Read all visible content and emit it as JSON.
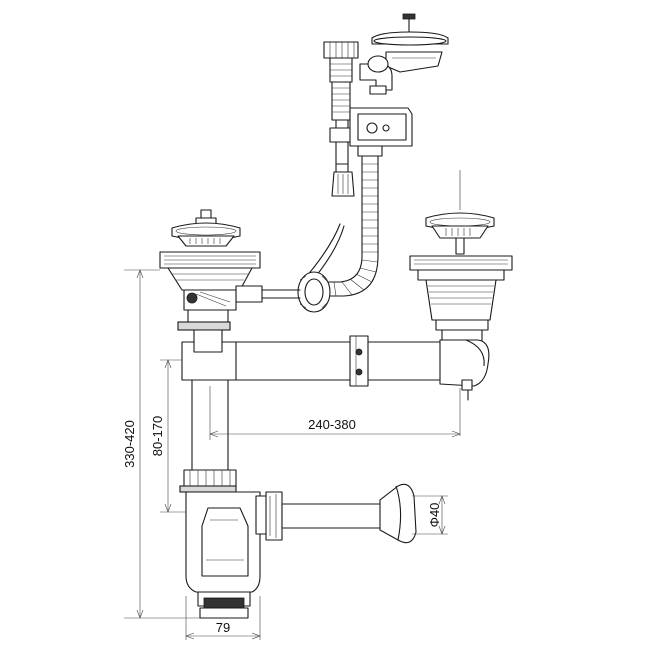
{
  "dimensions": {
    "overall_height": "330-420",
    "inlet_height": "80-170",
    "bowl_spacing": "240-380",
    "outlet_diameter": "Φ40",
    "trap_width": "79"
  }
}
